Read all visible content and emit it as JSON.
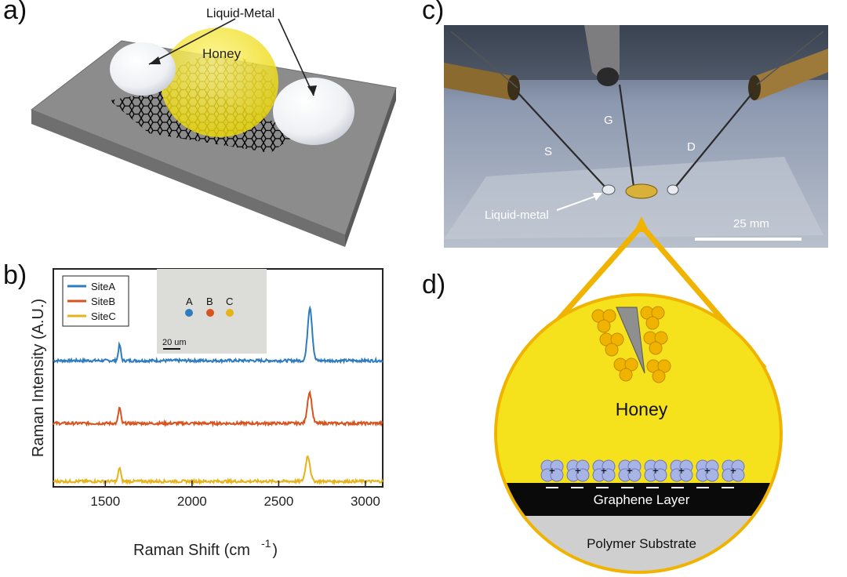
{
  "figure": {
    "panel_labels": [
      "a)",
      "b)",
      "c)",
      "d)"
    ]
  },
  "panel_a": {
    "label_liquid_metal": "Liquid-Metal",
    "label_honey": "Honey"
  },
  "panel_b": {
    "inset": {
      "site_letters": [
        "A",
        "B",
        "C"
      ],
      "scale_label": "20 um"
    }
  },
  "panel_c": {
    "probe_labels": [
      "S",
      "G",
      "D"
    ],
    "liquid_metal_label": "Liquid-metal",
    "scale_bar_label": "25 mm"
  },
  "panel_d": {
    "honey_label": "Honey",
    "graphene_label": "Graphene Layer",
    "substrate_label": "Polymer Substrate",
    "ion_charge": "+"
  },
  "colors": {
    "siteA": "#2f7bbf",
    "siteB": "#d9531e",
    "siteC": "#e6b31a",
    "honey": "#f5e21c",
    "gold_border": "#f0b400"
  },
  "chart_data": {
    "type": "line",
    "xlabel": "Raman Shift (cm",
    "xlabel_superscript": "-1",
    "xlabel_close": ")",
    "ylabel": "Raman Intensity (A.U.)",
    "xlim": [
      1200,
      3100
    ],
    "xticks": [
      1500,
      2000,
      2500,
      3000
    ],
    "y_ticks_shown": false,
    "legend_position": "top-left",
    "series": [
      {
        "name": "SiteA",
        "color": "#2f7bbf",
        "offset": 2.0,
        "peaks": [
          {
            "x": 1582,
            "h": 0.28
          },
          {
            "x": 2680,
            "h": 0.95
          }
        ]
      },
      {
        "name": "SiteB",
        "color": "#d9531e",
        "offset": 1.0,
        "peaks": [
          {
            "x": 1582,
            "h": 0.28
          },
          {
            "x": 2678,
            "h": 0.55
          }
        ]
      },
      {
        "name": "SiteC",
        "color": "#e6b31a",
        "offset": 0.0,
        "peaks": [
          {
            "x": 1582,
            "h": 0.25
          },
          {
            "x": 2668,
            "h": 0.45
          }
        ]
      }
    ]
  }
}
